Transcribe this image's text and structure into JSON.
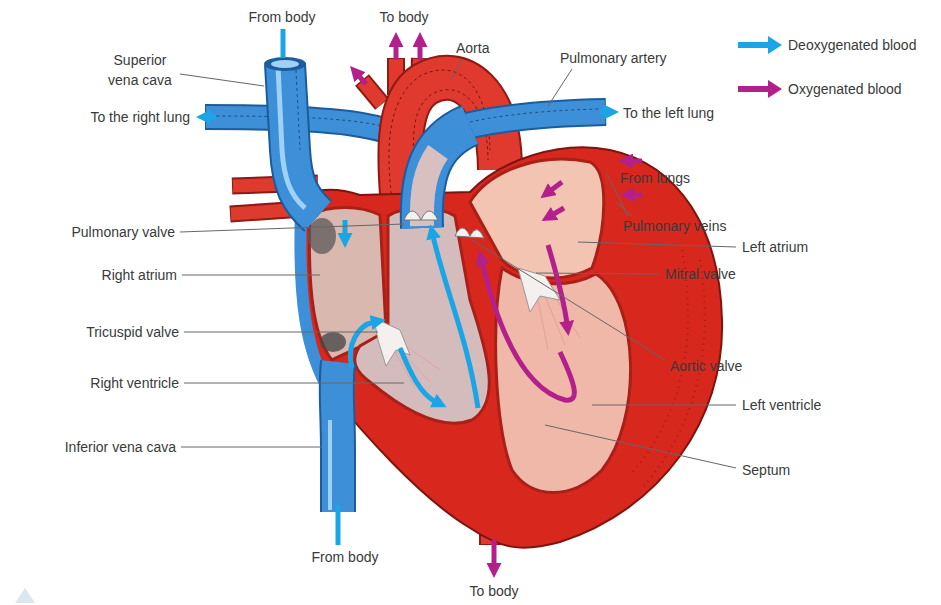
{
  "diagram": {
    "labels": [
      "From body",
      "To body",
      "Aorta",
      "Pulmonary artery",
      "Superior vena cava",
      "To the right lung",
      "To the left lung",
      "From lungs",
      "Pulmonary veins",
      "Pulmonary valve",
      "Left atrium",
      "Right atrium",
      "Mitral valve",
      "Tricuspid valve",
      "Aortic valve",
      "Right ventricle",
      "Left ventricle",
      "Inferior vena cava",
      "Septum",
      "From body",
      "To body"
    ],
    "legend": [
      {
        "text": "Deoxygenated blood"
      },
      {
        "text": "Oxygenated blood"
      }
    ]
  }
}
